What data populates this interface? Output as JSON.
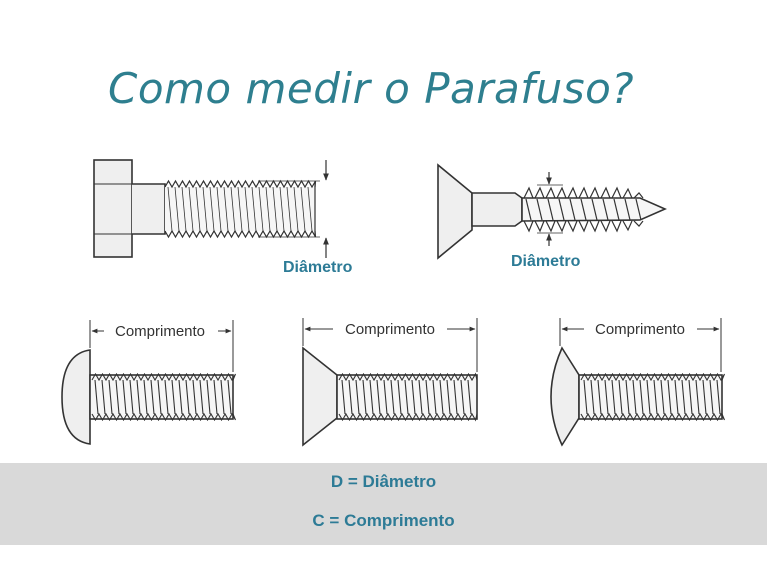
{
  "title": "Como medir o Parafuso?",
  "diagrams": {
    "hex_bolt": {
      "caption": "Diâmetro"
    },
    "wood_screw": {
      "caption": "Diâmetro"
    },
    "round_head": {
      "dimension_label": "Comprimento"
    },
    "flat_head": {
      "dimension_label": "Comprimento"
    },
    "oval_head": {
      "dimension_label": "Comprimento"
    }
  },
  "legend": {
    "d": "D = Diâmetro",
    "c": "C = Comprimento"
  },
  "colors": {
    "title": "#2e7f8f",
    "caption": "#2d7b96",
    "band": "#d9d9d9",
    "line": "#333333",
    "fill": "#efefef"
  }
}
